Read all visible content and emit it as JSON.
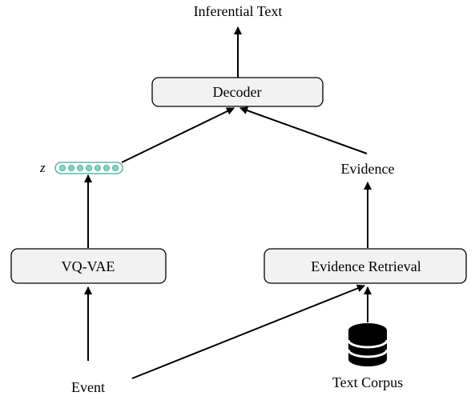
{
  "nodes": {
    "inferential_text": "Inferential Text",
    "decoder": "Decoder",
    "z": "z",
    "evidence": "Evidence",
    "vqvae": "VQ-VAE",
    "evidence_retrieval": "Evidence Retrieval",
    "event": "Event",
    "text_corpus": "Text Corpus"
  },
  "colors": {
    "box_fill": "#f2f2f2",
    "latent_fill": "#7fd6c2",
    "latent_stroke": "#3fae95",
    "database_icon": "#000000"
  },
  "icons": {
    "database": "database-icon"
  },
  "latent_vector": {
    "dots": 7
  }
}
